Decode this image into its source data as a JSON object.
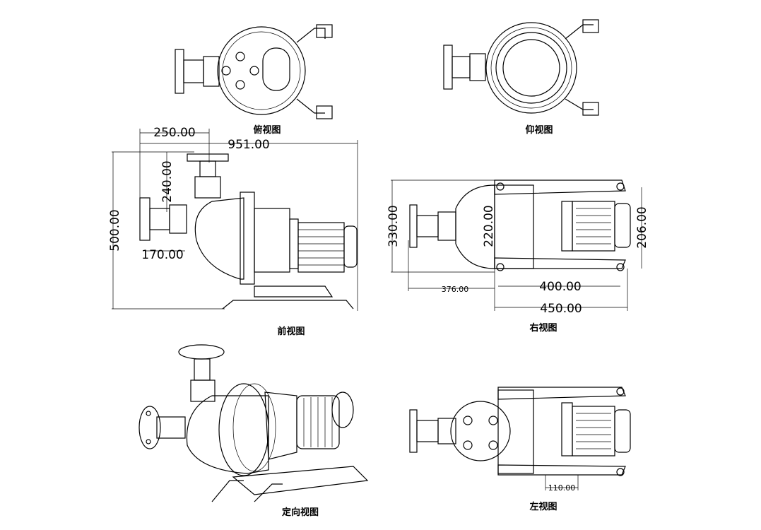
{
  "views": {
    "top": "俯视图",
    "bottom": "仰视图",
    "front": "前视图",
    "right": "右视图",
    "iso": "定向视图",
    "left": "左视图"
  },
  "dimensions": {
    "front_inlet_offset": "250.00",
    "front_total_length": "951.00",
    "front_outlet_height": "240.00",
    "front_total_height": "500.00",
    "front_inlet_height": "170.00",
    "right_height": "330.00",
    "right_inner": "220.00",
    "right_base_width": "206.00",
    "right_inlet": "376.00",
    "right_hole_spacing": "400.00",
    "right_base_length": "450.00",
    "left_spacing": "110.00"
  }
}
